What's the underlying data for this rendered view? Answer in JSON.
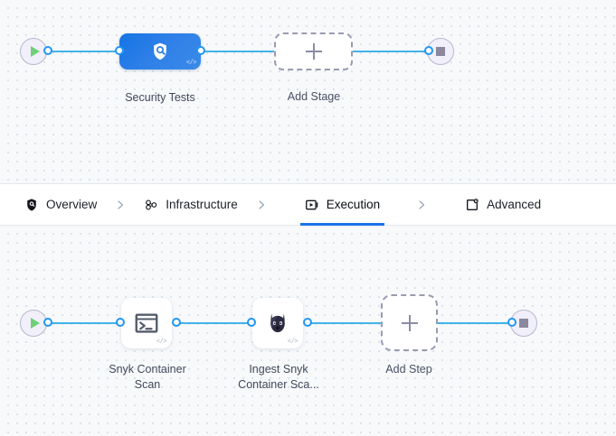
{
  "colors": {
    "accent_blue": "#1a73e8",
    "edge_blue": "#42b2e8",
    "port_blue": "#2196f3",
    "stage_node_blue": "#1474e4",
    "canvas_bg": "#f7f9fb",
    "dot_grid": "#d3dce6",
    "play_green": "#6fcf7a",
    "terminal_bg": "#f0effa",
    "stop_gray": "#8a879e",
    "dashed_border": "#9a9ab2",
    "caption_text": "#41495a"
  },
  "stage_canvas": {
    "start_node": {
      "name": "pipeline-start",
      "icon": "play-icon"
    },
    "end_node": {
      "name": "pipeline-end",
      "icon": "stop-icon"
    },
    "nodes": [
      {
        "id": "security-tests",
        "label": "Security Tests",
        "type": "stage",
        "icon": "shield-search-icon",
        "badge": "</>"
      },
      {
        "id": "add-stage",
        "label": "Add Stage",
        "type": "add",
        "icon": "plus-icon"
      }
    ]
  },
  "tab_bar": {
    "tabs": [
      {
        "id": "overview",
        "label": "Overview",
        "icon": "shield-icon",
        "active": false
      },
      {
        "id": "infrastructure",
        "label": "Infrastructure",
        "icon": "nodes-cluster-icon",
        "active": false
      },
      {
        "id": "execution",
        "label": "Execution",
        "icon": "play-box-icon",
        "active": true
      },
      {
        "id": "advanced",
        "label": "Advanced",
        "icon": "box-gear-icon",
        "active": false
      }
    ],
    "separator_icon": "chevron-right-icon"
  },
  "step_canvas": {
    "start_node": {
      "name": "execution-start",
      "icon": "play-icon"
    },
    "end_node": {
      "name": "execution-end",
      "icon": "stop-icon"
    },
    "nodes": [
      {
        "id": "snyk-container-scan",
        "label_line1": "Snyk Container",
        "label_line2": "Scan",
        "type": "step",
        "icon": "terminal-icon",
        "badge": "</>"
      },
      {
        "id": "ingest-snyk-container-scan",
        "label_line1": "Ingest Snyk",
        "label_line2": "Container Sca...",
        "type": "step",
        "icon": "snyk-doberman-icon",
        "badge": "</>"
      },
      {
        "id": "add-step",
        "label_line1": "Add Step",
        "label_line2": "",
        "type": "add",
        "icon": "plus-icon"
      }
    ]
  }
}
